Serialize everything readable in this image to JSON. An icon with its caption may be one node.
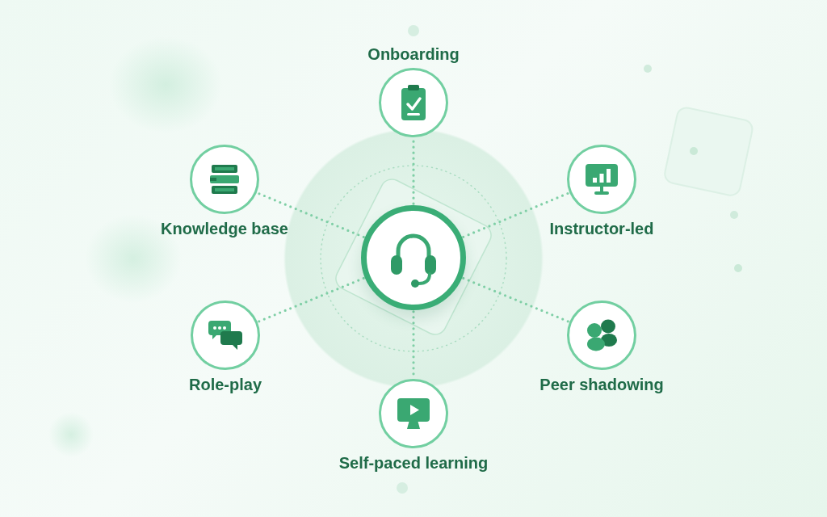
{
  "diagram": {
    "nodes": [
      {
        "text": [
          "Onboarding"
        ]
      },
      {
        "text": [
          "Knowledge base"
        ]
      },
      {
        "text": [
          "Instructor-led"
        ]
      },
      {
        "text": [],
        "shape": "circle"
      },
      {
        "text": [
          "Role-play"
        ]
      },
      {
        "text": [
          "Peer shadowing"
        ]
      },
      {
        "text": [
          "Self-paced learning"
        ]
      }
    ],
    "edges": [
      {
        "from": 3,
        "to": 0,
        "arrow": "none",
        "style": "dashed"
      },
      {
        "from": 3,
        "to": 1,
        "arrow": "none",
        "style": "dashed"
      },
      {
        "from": 3,
        "to": 2,
        "arrow": "none",
        "style": "dashed"
      },
      {
        "from": 3,
        "to": 4,
        "arrow": "none",
        "style": "dashed"
      },
      {
        "from": 3,
        "to": 5,
        "arrow": "none",
        "style": "dashed"
      },
      {
        "from": 3,
        "to": 6,
        "arrow": "none",
        "style": "dashed"
      }
    ]
  }
}
